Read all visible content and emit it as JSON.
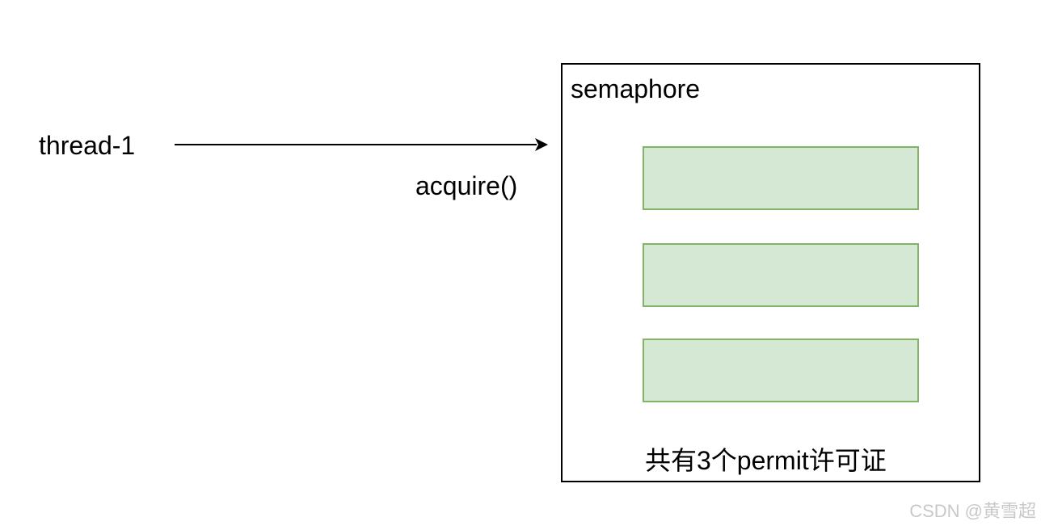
{
  "thread": {
    "label": "thread-1"
  },
  "arrow": {
    "label": "acquire()"
  },
  "semaphore": {
    "title": "semaphore",
    "permits": [
      {
        "label": ""
      },
      {
        "label": ""
      },
      {
        "label": ""
      }
    ],
    "caption": "共有3个permit许可证"
  },
  "watermark": {
    "text": "CSDN @黄雪超"
  },
  "colors": {
    "permit_fill": "#d5e8d4",
    "permit_border": "#82b366",
    "stroke": "#000000",
    "watermark": "#c8c8c8"
  }
}
